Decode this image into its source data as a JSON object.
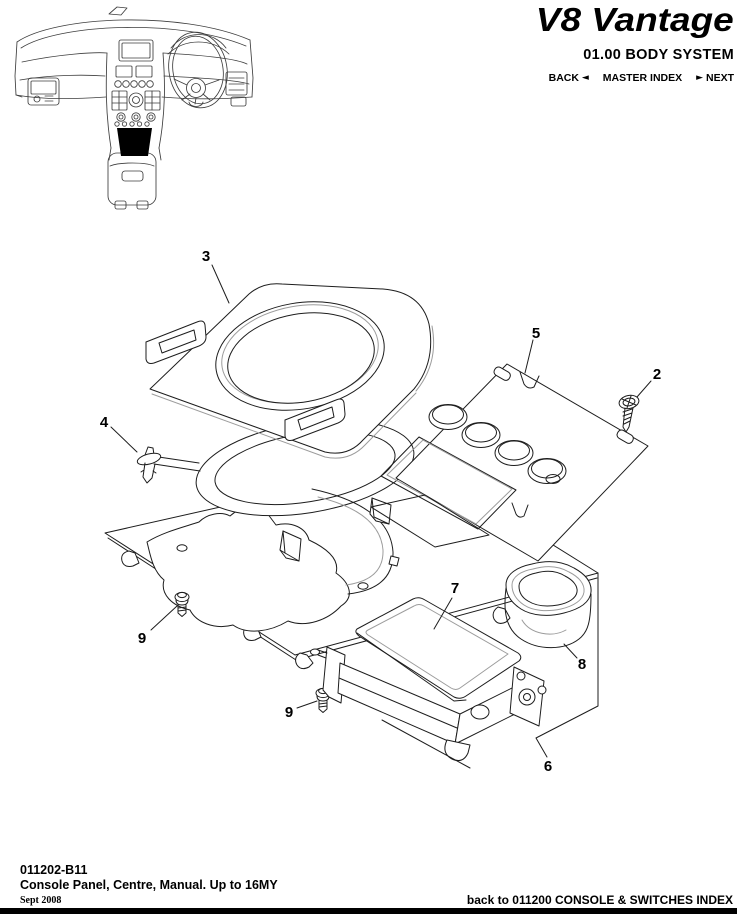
{
  "header": {
    "logo_text": "V8 Vantage",
    "section_title": "01.00 BODY SYSTEM",
    "nav": {
      "back_label": "BACK",
      "back_arrow": "◄",
      "master_index_label": "MASTER INDEX",
      "next_arrow": "►",
      "next_label": "NEXT"
    }
  },
  "diagram": {
    "inset_description": "dashboard-location-inset-with-centre-console-highlighted",
    "main_description": "exploded-view-of-centre-console-panel-assembly",
    "callouts": [
      {
        "label": "2"
      },
      {
        "label": "3"
      },
      {
        "label": "4"
      },
      {
        "label": "5"
      },
      {
        "label": "6"
      },
      {
        "label": "7"
      },
      {
        "label": "8"
      },
      {
        "label": "9"
      }
    ]
  },
  "footer": {
    "drawing_number": "011202-B11",
    "drawing_title": "Console Panel, Centre, Manual. Up to 16MY",
    "date": "Sept 2008",
    "back_link_label": "back to 011200 CONSOLE & SWITCHES INDEX"
  },
  "colors": {
    "background": "#ffffff",
    "line": "#1d1d1d",
    "accent_line": "#9c9c9c",
    "highlight_fill": "#000000",
    "footer_bar": "#000000",
    "text": "#000000"
  }
}
